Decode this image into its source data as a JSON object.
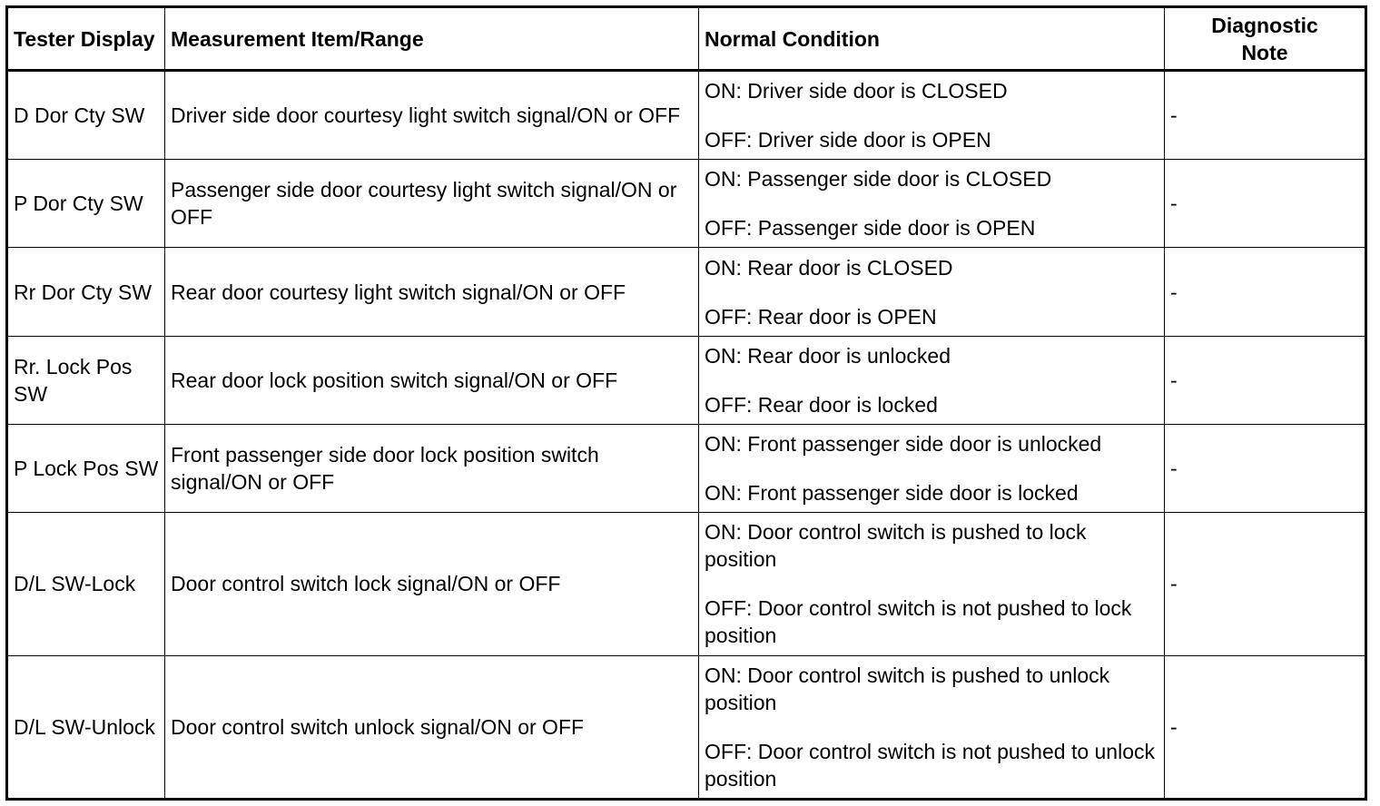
{
  "headers": {
    "tester_display": "Tester Display",
    "measurement": "Measurement Item/Range",
    "normal": "Normal Condition",
    "diag_line1": "Diagnostic",
    "diag_line2": "Note"
  },
  "rows": [
    {
      "tester": "D Dor Cty SW",
      "measurement": "Driver side door courtesy light switch signal/ON or OFF",
      "normal_on": "ON: Driver side door is CLOSED",
      "normal_off": "OFF: Driver side door is OPEN",
      "note": "-"
    },
    {
      "tester": "P Dor Cty SW",
      "measurement": "Passenger side door courtesy light switch signal/ON or OFF",
      "normal_on": "ON: Passenger side door is CLOSED",
      "normal_off": "OFF: Passenger side door is OPEN",
      "note": "-"
    },
    {
      "tester": "Rr Dor Cty SW",
      "measurement": "Rear door courtesy light switch signal/ON or OFF",
      "normal_on": "ON: Rear door is CLOSED",
      "normal_off": "OFF: Rear door is OPEN",
      "note": "-"
    },
    {
      "tester": "Rr. Lock Pos SW",
      "measurement": "Rear door lock position switch signal/ON or OFF",
      "normal_on": "ON: Rear door is unlocked",
      "normal_off": "OFF: Rear door is locked",
      "note": "-"
    },
    {
      "tester": "P Lock Pos SW",
      "measurement": "Front passenger side door lock position switch signal/ON or OFF",
      "normal_on": "ON: Front passenger side door is unlocked",
      "normal_off": "ON: Front passenger side door is locked",
      "note": "-"
    },
    {
      "tester": "D/L SW-Lock",
      "measurement": "Door control switch lock signal/ON or OFF",
      "normal_on": "ON: Door control switch is pushed to lock position",
      "normal_off": "OFF: Door control switch is not pushed to lock position",
      "note": "-"
    },
    {
      "tester": "D/L SW-Unlock",
      "measurement": "Door control switch unlock signal/ON or OFF",
      "normal_on": "ON: Door control switch is pushed to unlock position",
      "normal_off": "OFF: Door control switch is not pushed to unlock position",
      "note": "-"
    }
  ]
}
